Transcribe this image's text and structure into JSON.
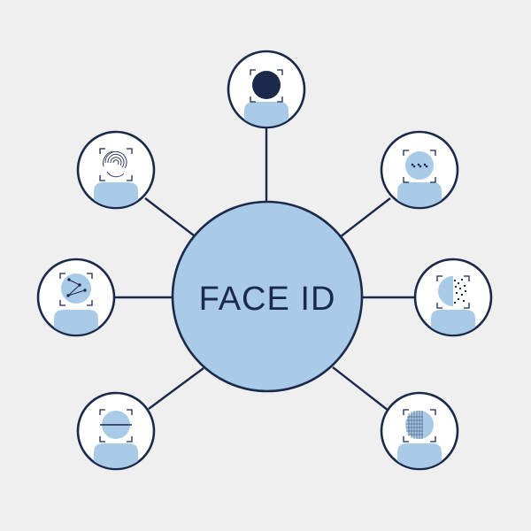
{
  "hub": {
    "label": "FACE ID"
  },
  "colors": {
    "background": "#efefef",
    "navy": "#1b2a4a",
    "light_blue": "#a9cbe8",
    "white": "#ffffff"
  },
  "nodes": [
    {
      "id": "node-top",
      "icon": "face-dark-head-icon"
    },
    {
      "id": "node-top-right",
      "icon": "face-dots-icon"
    },
    {
      "id": "node-right",
      "icon": "face-half-pattern-icon"
    },
    {
      "id": "node-bottom-right",
      "icon": "face-grid-pattern-icon"
    },
    {
      "id": "node-bottom-left",
      "icon": "face-scan-line-icon"
    },
    {
      "id": "node-left",
      "icon": "face-landmarks-icon"
    },
    {
      "id": "node-top-left",
      "icon": "face-fingerprint-icon"
    }
  ]
}
